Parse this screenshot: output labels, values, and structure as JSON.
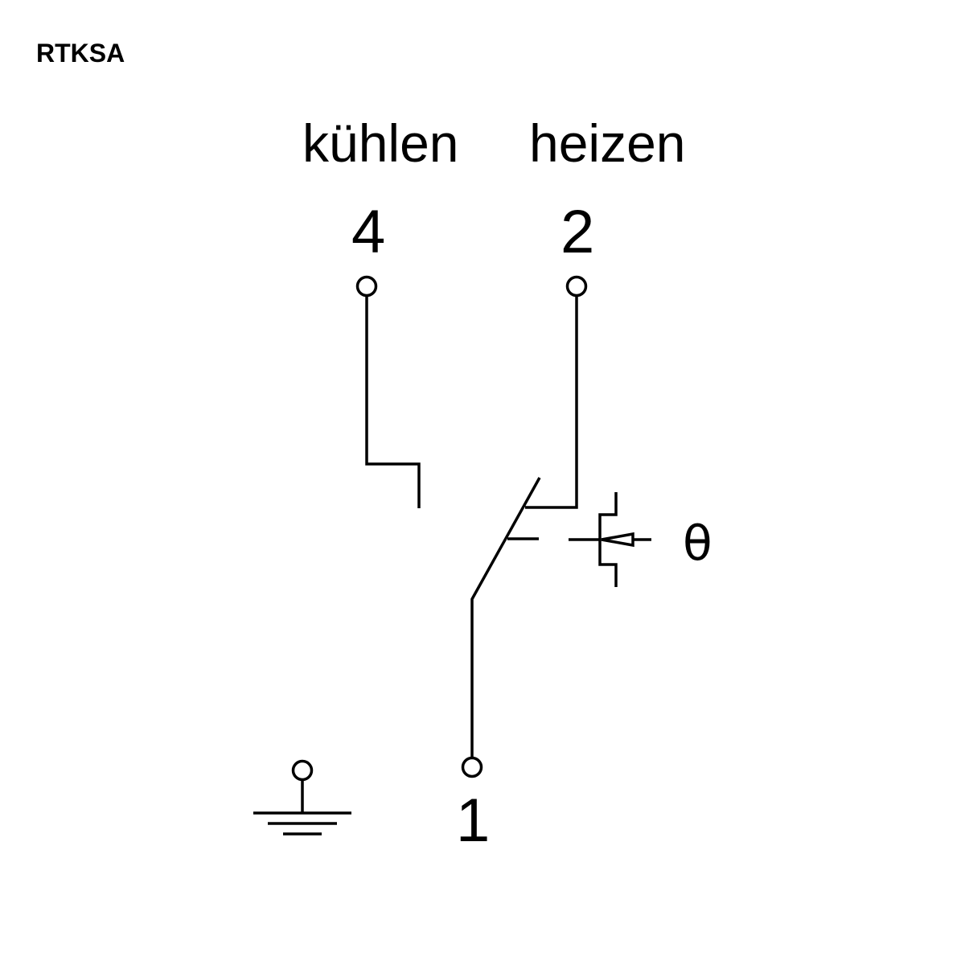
{
  "title": "RTKSA",
  "labels": {
    "cooling": "kühlen",
    "heating": "heizen",
    "temperature_symbol": "θ"
  },
  "terminals": {
    "cooling": "4",
    "heating": "2",
    "common": "1"
  },
  "icons": {
    "ground": "ground-icon",
    "thermostat_actuator": "temperature-actuator-icon",
    "switch": "changeover-switch-icon"
  }
}
